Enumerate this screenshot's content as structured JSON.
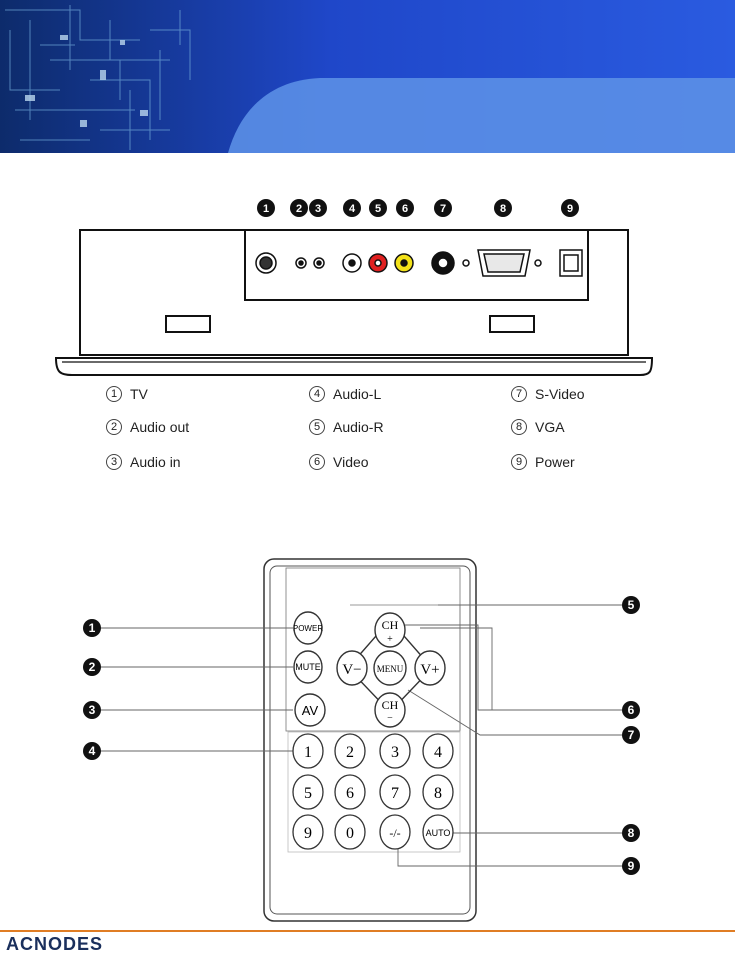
{
  "brand": {
    "logo_text": "ACNODES",
    "accent": "#e07d24",
    "banner_blue": "#2b5bd8"
  },
  "connectors": [
    {
      "num": "1",
      "label": "TV"
    },
    {
      "num": "2",
      "label": "Audio out"
    },
    {
      "num": "3",
      "label": "Audio in"
    },
    {
      "num": "4",
      "label": "Audio-L"
    },
    {
      "num": "5",
      "label": "Audio-R"
    },
    {
      "num": "6",
      "label": "Video"
    },
    {
      "num": "7",
      "label": "S-Video"
    },
    {
      "num": "8",
      "label": "VGA"
    },
    {
      "num": "9",
      "label": "Power"
    }
  ],
  "remote": {
    "callouts": [
      "1",
      "2",
      "3",
      "4",
      "5",
      "6",
      "7",
      "8",
      "9"
    ],
    "buttons": {
      "power": "POWER",
      "mute": "MUTE",
      "av": "AV",
      "ch_up": "CH",
      "ch_up_sign": "+",
      "ch_down": "CH",
      "ch_down_sign": "−",
      "vol_down": "V−",
      "vol_up": "V+",
      "menu": "MENU",
      "digits": [
        "1",
        "2",
        "3",
        "4",
        "5",
        "6",
        "7",
        "8",
        "9",
        "0"
      ],
      "dash": "-/-",
      "auto": "AUTO"
    }
  }
}
